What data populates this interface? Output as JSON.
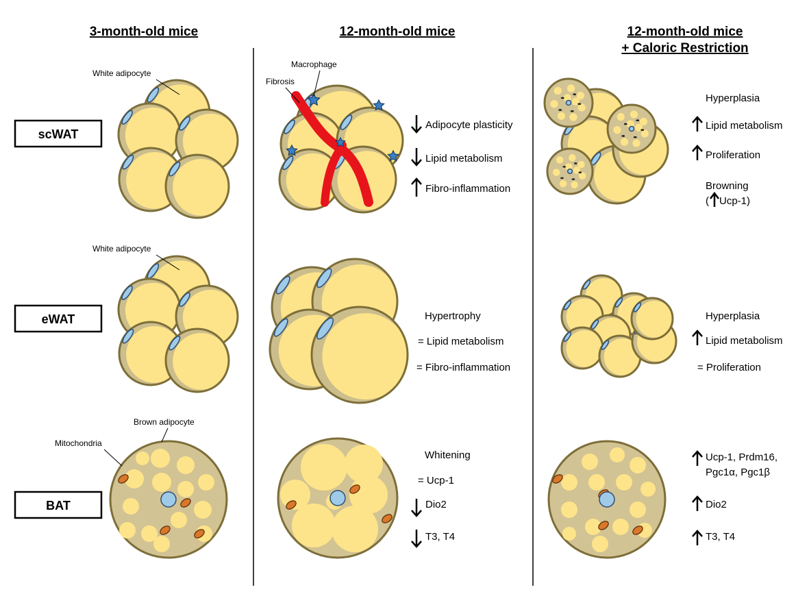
{
  "columns": [
    {
      "title": "3-month-old mice"
    },
    {
      "title": "12-month-old mice"
    },
    {
      "title_line1": "12-month-old mice",
      "title_line2": "+ Caloric Restriction"
    }
  ],
  "rows": [
    {
      "label": "scWAT"
    },
    {
      "label": "eWAT"
    },
    {
      "label": "BAT"
    }
  ],
  "annotations": {
    "white_adipocyte": "White adipocyte",
    "brown_adipocyte": "Brown adipocyte",
    "mitochondria": "Mitochondria",
    "macrophage": "Macrophage",
    "fibrosis": "Fibrosis"
  },
  "findings": {
    "sc_12": [
      {
        "arrow": "down",
        "text": "Adipocyte plasticity"
      },
      {
        "arrow": "down",
        "text": "Lipid metabolism"
      },
      {
        "arrow": "up",
        "text": "Fibro-inflammation"
      }
    ],
    "sc_cr": {
      "line1": "Hyperplasia",
      "line2": "Lipid metabolism",
      "line3": "Proliferation",
      "line4": "Browning",
      "line5_prefix": "(",
      "line5_text": "Ucp-1)"
    },
    "e_12": [
      "Hypertrophy",
      "= Lipid metabolism",
      "= Fibro-inflammation"
    ],
    "e_cr": {
      "line1": "Hyperplasia",
      "line2": "Lipid metabolism",
      "line3": "= Proliferation"
    },
    "bat_12": {
      "line1": "Whitening",
      "line2": "= Ucp-1",
      "line3": "Dio2",
      "line4": "T3, T4"
    },
    "bat_cr": {
      "line1a": "Ucp-1, Prdm16,",
      "line1b": "Pgc1α, Pgc1β",
      "line2": "Dio2",
      "line3": "T3, T4"
    }
  },
  "colors": {
    "adipocyte": "#fde48a",
    "adipocyte_shadow": "#cbbd8c",
    "nucleus": "#9fcbe8",
    "fibrosis": "#e8141c",
    "macrophage": "#3a7fc4",
    "mitochondria": "#d9772a"
  }
}
